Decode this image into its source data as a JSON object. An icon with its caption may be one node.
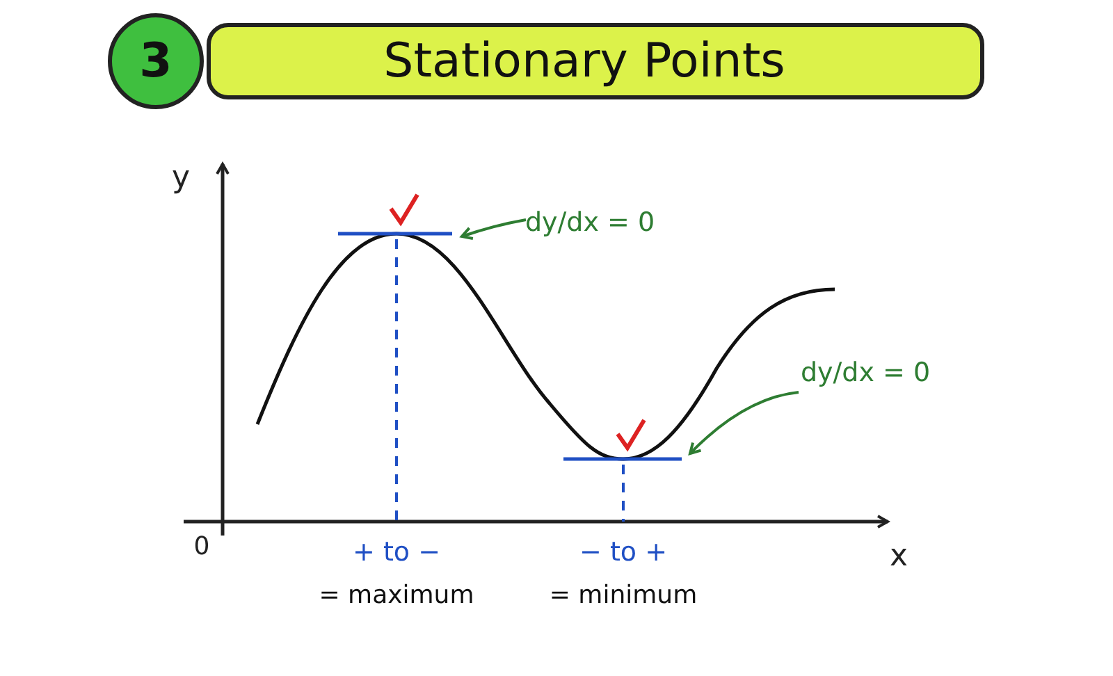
{
  "diagram": {
    "title": "Stationary Points",
    "nodes": [
      {
        "text": [
          "dy/dx = 0"
        ]
      },
      {
        "text": [],
        "shape": "line"
      },
      {
        "text": [
          "dy/dx = 0"
        ]
      },
      {
        "text": [],
        "shape": "line"
      }
    ],
    "edges": [
      {
        "from": 0,
        "to": 1,
        "arrow": "to"
      },
      {
        "from": 2,
        "to": 3,
        "arrow": "to"
      }
    ],
    "labels": [
      "3",
      "y",
      "0",
      "x",
      "+ to −",
      "= maximum",
      "− to +",
      "= minimum"
    ]
  }
}
